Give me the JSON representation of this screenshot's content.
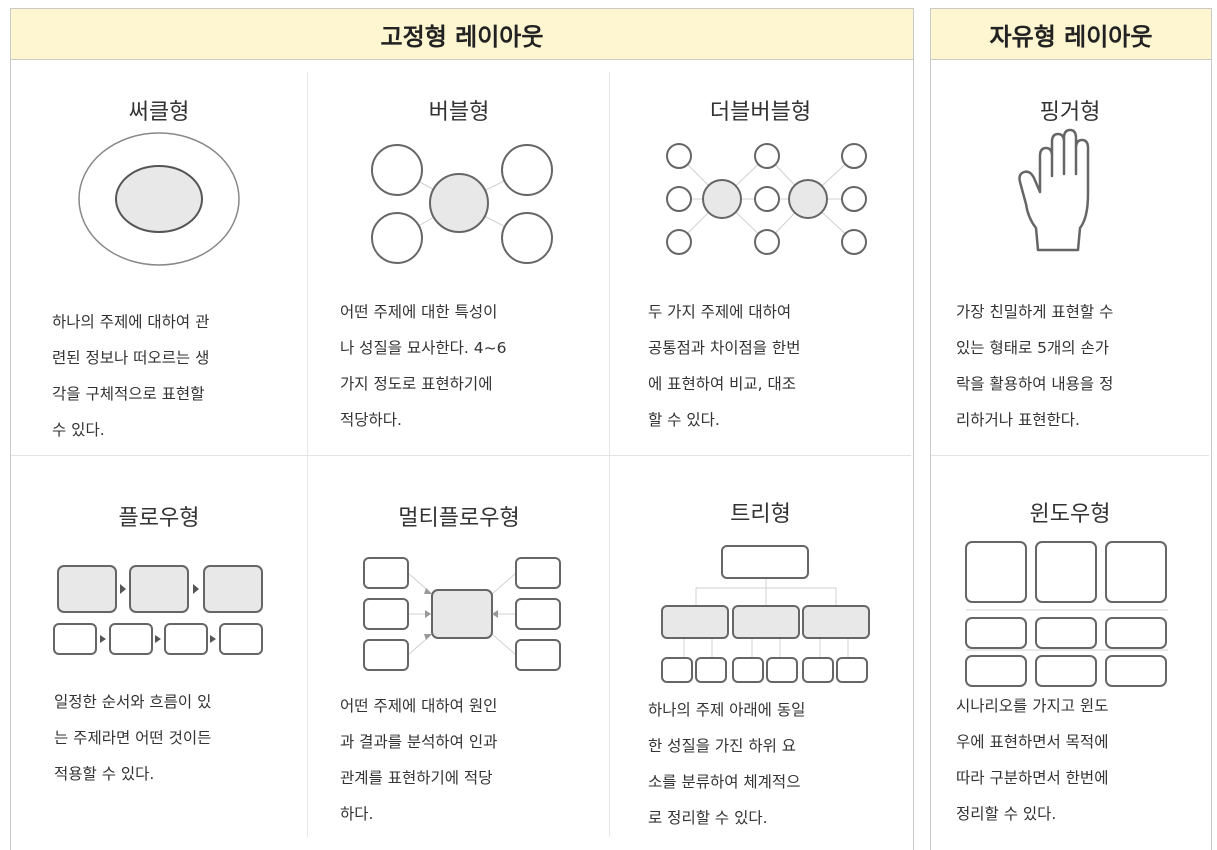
{
  "fixed_layout": {
    "header": "고정형 레이아웃",
    "cells": [
      {
        "id": "circle",
        "title": "써클형",
        "desc": "하나의 주제에 대하여 관\n련된 정보나 떠오르는 생\n각을 구체적으로 표현할\n수 있다."
      },
      {
        "id": "bubble",
        "title": "버블형",
        "desc": "어떤 주제에 대한 특성이\n나 성질을 묘사한다. 4~6\n가지 정도로 표현하기에\n적당하다."
      },
      {
        "id": "double-bubble",
        "title": "더블버블형",
        "desc": "두 가지 주제에 대하여\n공통점과 차이점을 한번\n에 표현하여 비교, 대조\n할 수 있다."
      },
      {
        "id": "flow",
        "title": "플로우형",
        "desc": "일정한 순서와 흐름이 있\n는 주제라면 어떤 것이든\n적용할 수 있다."
      },
      {
        "id": "multi-flow",
        "title": "멀티플로우형",
        "desc": "어떤 주제에 대하여 원인\n과 결과를 분석하여 인과\n관계를 표현하기에 적당\n하다."
      },
      {
        "id": "tree",
        "title": "트리형",
        "desc": "하나의 주제 아래에 동일\n한 성질을 가진 하위 요\n소를 분류하여 체계적으\n로 정리할 수 있다."
      }
    ]
  },
  "free_layout": {
    "header": "자유형 레이아웃",
    "cells": [
      {
        "id": "finger",
        "title": "핑거형",
        "desc": "가장 친밀하게 표현할 수\n있는 형태로 5개의 손가\n락을 활용하여 내용을 정\n리하거나 표현한다."
      },
      {
        "id": "window",
        "title": "윈도우형",
        "desc": "시나리오를 가지고 윈도\n우에 표현하면서 목적에\n따라 구분하면서 한번에\n정리할 수 있다."
      }
    ]
  },
  "colors": {
    "header_bg": "#fdf6d0",
    "shape_fill": "#e8e8e8",
    "stroke": "#666666",
    "line": "#d0d0d0"
  }
}
